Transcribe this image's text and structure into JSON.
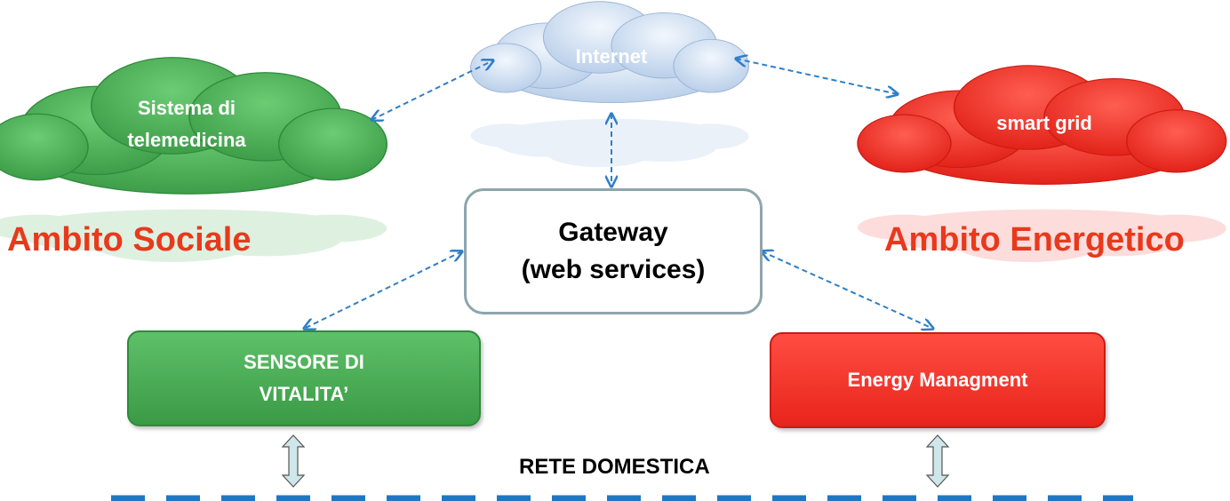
{
  "clouds": {
    "internet": {
      "label": "Internet",
      "color": "#c7daf0"
    },
    "telemedicina": {
      "label": "Sistema di\ntelemedicina",
      "color": "#4fb45a"
    },
    "smart_grid": {
      "label": "smart grid",
      "color": "#f0332a"
    }
  },
  "ambito": {
    "sociale": "Ambito Sociale",
    "energetico": "Ambito Energetico"
  },
  "gateway": {
    "label": "Gateway\n(web services)"
  },
  "nodes": {
    "sensore": {
      "label": "SENSORE DI\nVITALITA’",
      "color": "#4cae56"
    },
    "energy": {
      "label": "Energy Managment",
      "color": "#f53a30"
    }
  },
  "network": {
    "label": "RETE DOMESTICA",
    "line_color": "#1f77c4"
  },
  "connector_color": "#2f7fc8"
}
